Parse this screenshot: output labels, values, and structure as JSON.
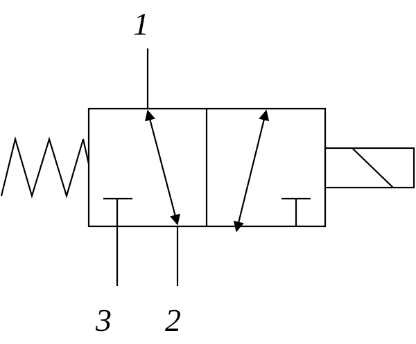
{
  "ports": {
    "supply": "1",
    "outlet": "2",
    "exhaust": "3"
  },
  "colors": {
    "stroke": "#000000",
    "background": "#ffffff"
  },
  "components": {
    "left_operator": "spring",
    "right_operator": "solenoid",
    "positions": 2
  }
}
